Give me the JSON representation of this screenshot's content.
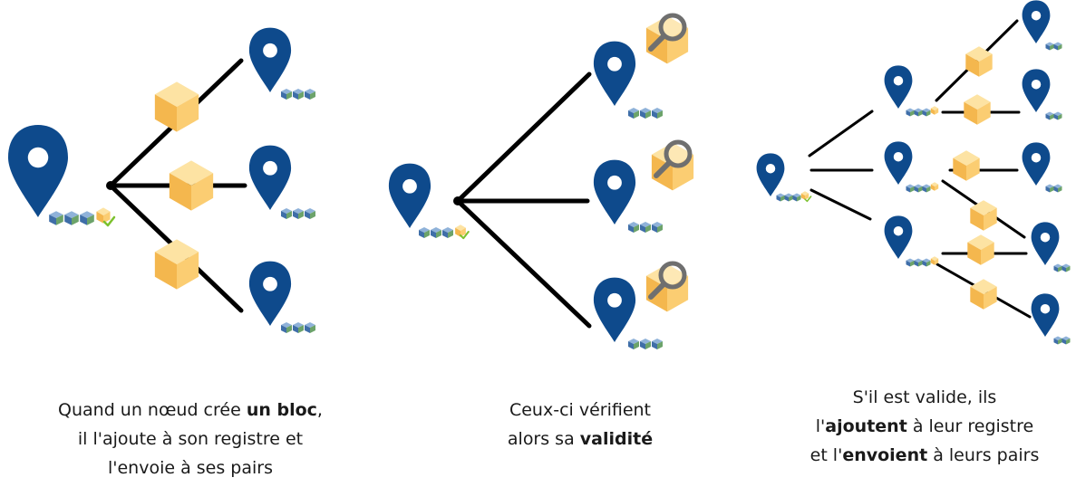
{
  "colors": {
    "pin": "#0e4a8c",
    "block_light": "#fde3a3",
    "block_mid": "#fbcd72",
    "block_dark": "#f4b74e",
    "ledger_blue": "#5b87b8",
    "ledger_green": "#6ca36a",
    "check": "#7cc12e",
    "magnifier": "#6f6f6f",
    "line": "#000000"
  },
  "panels": [
    {
      "name": "create-block",
      "caption": [
        {
          "parts": [
            {
              "text": "Quand un nœud crée ",
              "bold": false
            },
            {
              "text": "un bloc",
              "bold": true
            },
            {
              "text": ",",
              "bold": false
            }
          ]
        },
        {
          "parts": [
            {
              "text": "il l'ajoute à son registre et",
              "bold": false
            }
          ]
        },
        {
          "parts": [
            {
              "text": "l'envoie à ses pairs",
              "bold": false
            }
          ]
        }
      ]
    },
    {
      "name": "verify-block",
      "caption": [
        {
          "parts": [
            {
              "text": "Ceux-ci vérifient",
              "bold": false
            }
          ]
        },
        {
          "parts": [
            {
              "text": "alors sa ",
              "bold": false
            },
            {
              "text": "validité",
              "bold": true
            }
          ]
        }
      ]
    },
    {
      "name": "propagate-block",
      "caption": [
        {
          "parts": [
            {
              "text": "S'il est valide, ils",
              "bold": false
            }
          ]
        },
        {
          "parts": [
            {
              "text": "l'",
              "bold": false
            },
            {
              "text": "ajoutent",
              "bold": true
            },
            {
              "text": " à leur registre",
              "bold": false
            }
          ]
        },
        {
          "parts": [
            {
              "text": "et l'",
              "bold": false
            },
            {
              "text": "envoient",
              "bold": true
            },
            {
              "text": " à leurs pairs",
              "bold": false
            }
          ]
        }
      ]
    }
  ]
}
